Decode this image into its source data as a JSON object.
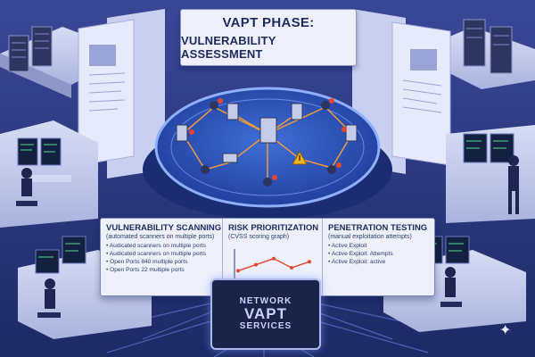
{
  "header": {
    "line1": "VAPT PHASE:",
    "line2": "VULNERABILITY ASSESSMENT"
  },
  "panels": {
    "scanning": {
      "title": "VULNERABILITY SCANNING",
      "subtitle": "(automated scanners on multiple ports)",
      "items": [
        "Audicated scanners on multiple ports",
        "Audicated scanners on multiple ports",
        "Open Ports 840 multiple ports",
        "Open Ports 22 multiple ports"
      ]
    },
    "risk": {
      "title": "RISK PRIORITIZATION",
      "subtitle": "(CVSS scoring graph)",
      "graph_values": [
        2,
        3,
        4,
        2.5,
        3.5
      ]
    },
    "pentest": {
      "title": "PENETRATION TESTING",
      "subtitle": "(manual exploitation attempts)",
      "items": [
        "Active Exploit",
        "Active Exploit: Attempts",
        "Active Exploit: active"
      ]
    }
  },
  "chip": {
    "line1": "NETWORK",
    "line2": "VAPT",
    "line3": "SERVICES"
  },
  "colors": {
    "background": "#2a3578",
    "panel": "#eef1fb",
    "accent": "#e8452c",
    "warning": "#f2b51d"
  },
  "icons": [
    "server-rack-icon",
    "document-icon",
    "network-node-icon",
    "warning-icon",
    "hacker-icon",
    "monitor-icon",
    "sparkle-icon"
  ]
}
